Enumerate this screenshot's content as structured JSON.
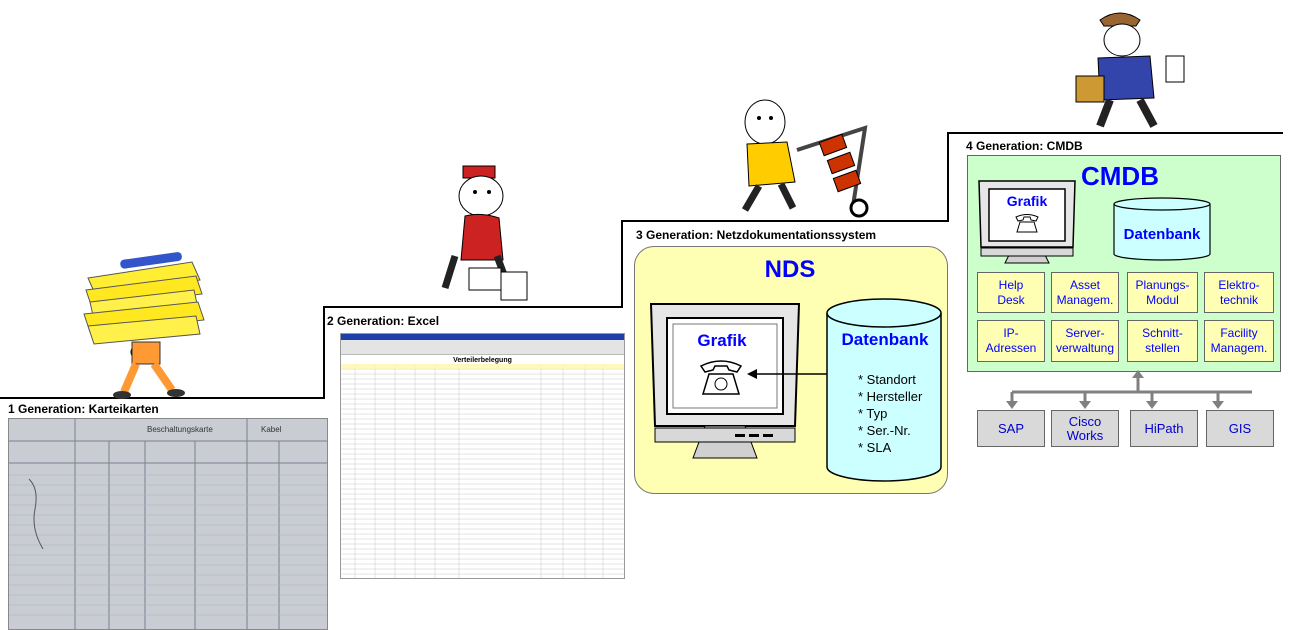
{
  "generations": {
    "gen1": {
      "label": "1 Generation: Karteikarten"
    },
    "gen2": {
      "label": "2 Generation: Excel"
    },
    "gen3": {
      "label": "3 Generation: Netzdokumentationssystem"
    },
    "gen4": {
      "label": "4 Generation: CMDB"
    }
  },
  "karteikarte": {
    "header": "Beschaltungskarte",
    "kabel": "Kabel"
  },
  "excel": {
    "sheet_title": "Verteilerbelegung"
  },
  "nds": {
    "title": "NDS",
    "grafik": "Grafik",
    "datenbank": "Datenbank",
    "features": [
      "* Standort",
      "* Hersteller",
      "* Typ",
      "* Ser.-Nr.",
      "* SLA"
    ]
  },
  "cmdb": {
    "title": "CMDB",
    "grafik": "Grafik",
    "datenbank": "Datenbank",
    "modules": [
      "Help\nDesk",
      "Asset\nManagem.",
      "Planungs-\nModul",
      "Elektro-\ntechnik",
      "IP-\nAdressen",
      "Server-\nverwaltung",
      "Schnitt-\nstellen",
      "Facility\nManagem."
    ],
    "systems": [
      "SAP",
      "Cisco\nWorks",
      "HiPath",
      "GIS"
    ]
  },
  "colors": {
    "nds_bg": "#ffffb3",
    "cmdb_bg": "#ccffcc",
    "accent_text": "#0000ff",
    "system_bg": "#d9d9d9",
    "arrow": "#808080"
  },
  "icons": [
    "paper-stack-figure",
    "bellboy-figure",
    "hand-truck-figure",
    "courier-figure",
    "computer-monitor-icon",
    "telephone-icon",
    "database-cylinder-icon"
  ]
}
